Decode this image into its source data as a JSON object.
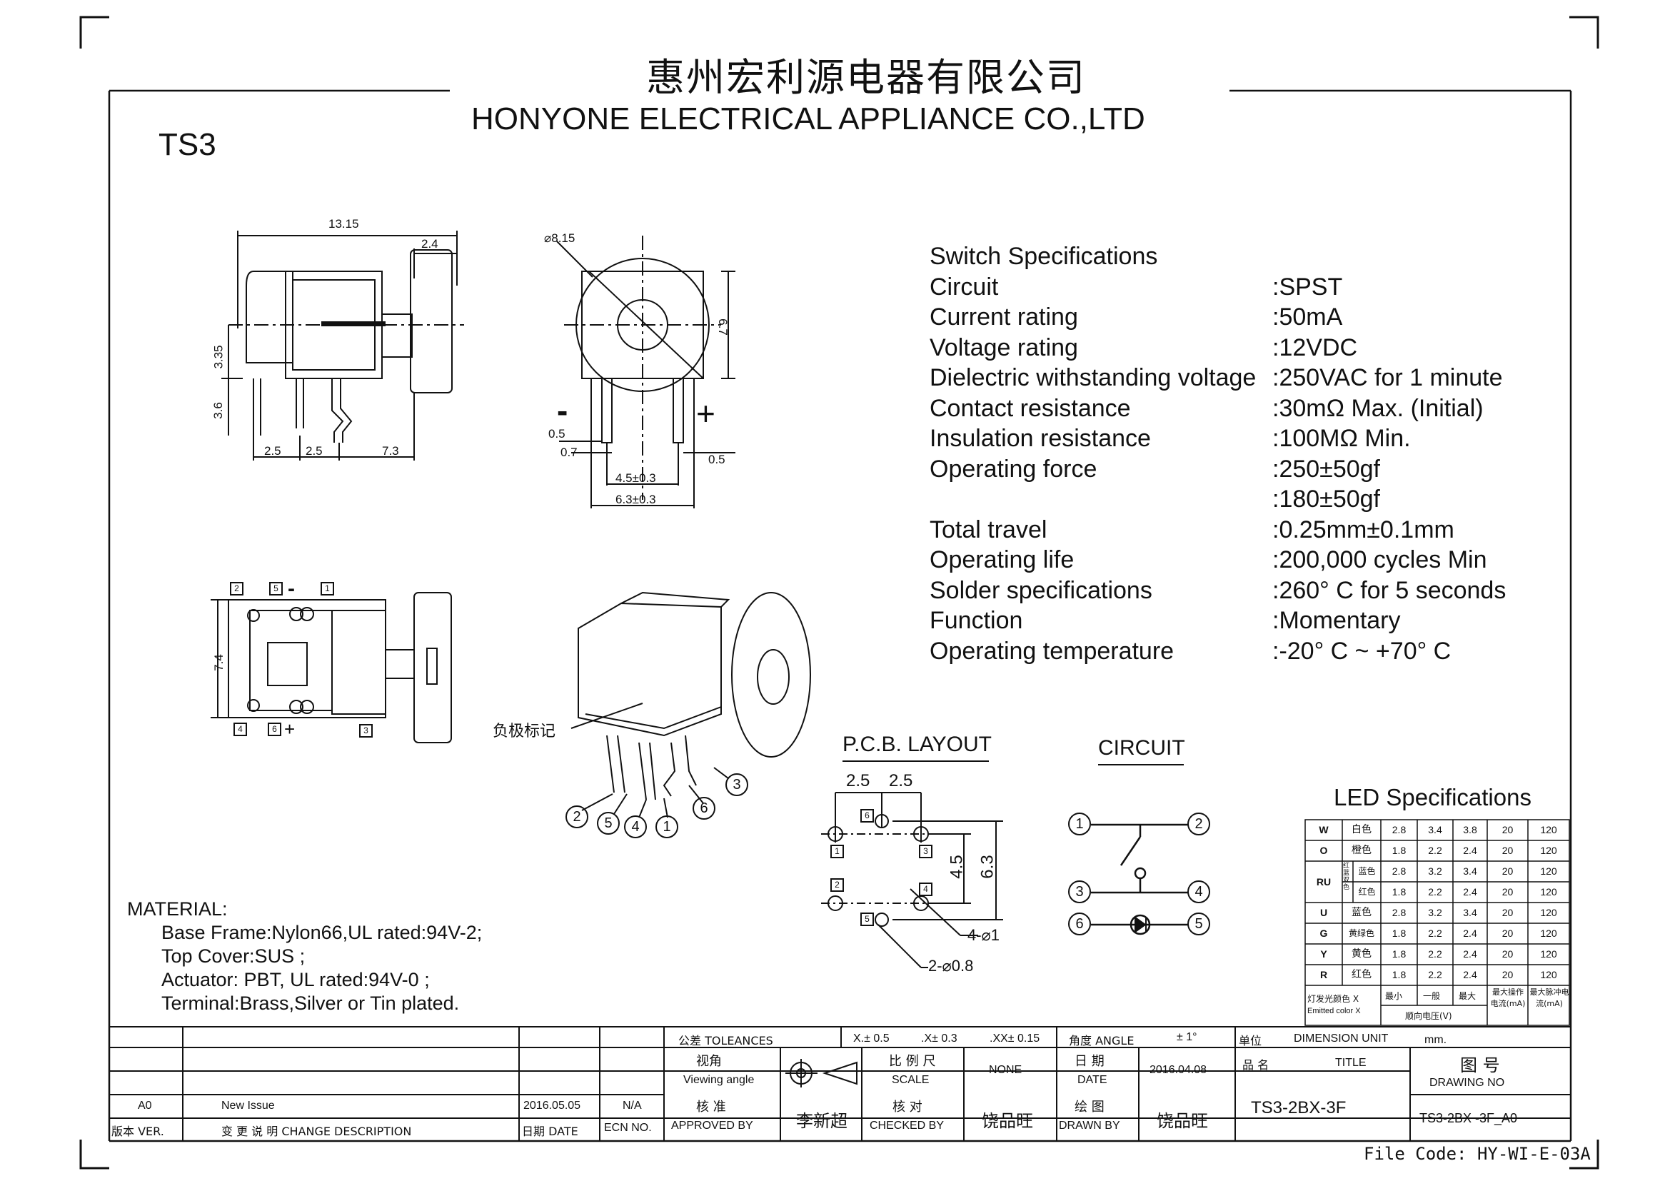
{
  "header": {
    "company_cn": "惠州宏利源电器有限公司",
    "company_en": "HONYONE ELECTRICAL APPLIANCE  CO.,LTD",
    "model": "TS3"
  },
  "views": {
    "side": {
      "d_width": "13.15",
      "d_cap": "2.4",
      "d_335": "3.35",
      "d_36": "3.6",
      "d_25a": "2.5",
      "d_25b": "2.5",
      "d_73": "7.3"
    },
    "front": {
      "d_dia": "⌀8.15",
      "d_67": "6.7",
      "d_05a": "0.5",
      "d_07": "0.7",
      "d_05b": "0.5",
      "d_45": "4.5±0.3",
      "d_63": "6.3±0.3",
      "minus": "-",
      "plus": "+"
    },
    "top": {
      "d_74": "7.4",
      "p2": "2",
      "p5": "5",
      "p1": "1",
      "p4": "4",
      "p6": "6",
      "p3": "3",
      "minus": "-",
      "plus": "+"
    },
    "iso": {
      "neg_label": "负极标记",
      "pins": [
        "2",
        "5",
        "4",
        "1",
        "6",
        "3"
      ]
    }
  },
  "specs": {
    "heading": "Switch Specifications",
    "rows": [
      {
        "label": "Circuit",
        "value": ":SPST"
      },
      {
        "label": "Current rating",
        "value": ":50mA"
      },
      {
        "label": "Voltage rating",
        "value": ":12VDC"
      },
      {
        "label": "Dielectric withstanding voltage",
        "value": ":250VAC for 1 minute"
      },
      {
        "label": "Contact resistance",
        "value": ":30mΩ  Max. (Initial)"
      },
      {
        "label": "Insulation resistance",
        "value": ":100MΩ  Min."
      },
      {
        "label": "Operating force",
        "value": ":250±50gf"
      },
      {
        "label": "",
        "value": ":180±50gf"
      },
      {
        "label": "Total travel",
        "value": ":0.25mm±0.1mm"
      },
      {
        "label": "Operating life",
        "value": ":200,000 cycles Min"
      },
      {
        "label": "Solder specifications",
        "value": ":260° C for 5 seconds"
      },
      {
        "label": "Function",
        "value": ":Momentary"
      },
      {
        "label": "Operating temperature",
        "value": ":-20° C ~ +70° C"
      }
    ]
  },
  "pcb": {
    "title": "P.C.B. LAYOUT",
    "d_25a": "2.5",
    "d_25b": "2.5",
    "d_45": "4.5",
    "d_63": "6.3",
    "d_holes4": "4-⌀1",
    "d_holes2": "2-⌀0.8",
    "pins": [
      "6",
      "1",
      "3",
      "2",
      "4",
      "5"
    ]
  },
  "circuit": {
    "title": "CIRCUIT",
    "pins": [
      "1",
      "2",
      "3",
      "4",
      "6",
      "5"
    ]
  },
  "material": {
    "heading": "MATERIAL:",
    "lines": [
      "Base Frame:Nylon66,UL rated:94V-2;",
      "Top Cover:SUS ;",
      "Actuator: PBT, UL rated:94V-0 ;",
      "Terminal:Brass,Silver or Tin plated."
    ]
  },
  "led": {
    "heading": "LED Specifications",
    "rows": [
      [
        "W",
        "白色",
        "2.8",
        "3.4",
        "3.8",
        "20",
        "120"
      ],
      [
        "O",
        "橙色",
        "1.8",
        "2.2",
        "2.4",
        "20",
        "120"
      ],
      [
        "RU",
        "蓝色",
        "2.8",
        "3.2",
        "3.4",
        "20",
        "120"
      ],
      [
        "",
        "红色",
        "1.8",
        "2.2",
        "2.4",
        "20",
        "120"
      ],
      [
        "U",
        "蓝色",
        "2.8",
        "3.2",
        "3.4",
        "20",
        "120"
      ],
      [
        "G",
        "黄绿色",
        "1.8",
        "2.2",
        "2.4",
        "20",
        "120"
      ],
      [
        "Y",
        "黄色",
        "1.8",
        "2.2",
        "2.4",
        "20",
        "120"
      ],
      [
        "R",
        "红色",
        "1.8",
        "2.2",
        "2.4",
        "20",
        "120"
      ]
    ],
    "ru_sub": "红蓝双色",
    "foot_color": "灯发光颜色 X",
    "foot_color_en": "Emitted color X",
    "foot_min": "最小",
    "foot_typ": "一般",
    "foot_max": "最大",
    "foot_vf": "顺向电压(V)",
    "foot_if": "最大操作电流(mA)",
    "foot_ip": "最大脉冲电流(mA)"
  },
  "title_block": {
    "tol_label": "公差 TOLEANCES",
    "tol_x": "X.± 0.5",
    "tol_xx": ".X± 0.3",
    "tol_xxx": ".XX± 0.15",
    "angle_label": "角度 ANGLE",
    "angle_val": "± 1°",
    "unit_label": "单位",
    "unit_en": "DIMENSION UNIT",
    "unit_val": "mm.",
    "view_cn": "视角",
    "view_en": "Viewing angle",
    "scale_cn": "比 例 尺",
    "scale_en": "SCALE",
    "scale_val": "NONE",
    "date_cn": "日 期",
    "date_en": "DATE",
    "date_val": "2016.04.08",
    "name_cn": "品 名",
    "title_en": "TITLE",
    "dwg_cn": "图 号",
    "dwg_en": "DRAWING NO",
    "approve_cn": "核 准",
    "approve_en": "APPROVED BY",
    "approver": "李新超",
    "check_cn": "核 对",
    "check_en": "CHECKED BY",
    "checker": "饶品旺",
    "drawn_cn": "绘 图",
    "drawn_en": "DRAWN BY",
    "drawer": "饶品旺",
    "title_val": "TS3-2BX-3F",
    "dwg_no": "TS3-2BX -3F_A0",
    "rev": "A0",
    "rev_desc": "New Issue",
    "rev_date": "2016.05.05",
    "rev_ecn": "N/A",
    "h_ver": "版本 VER.",
    "h_desc": "变 更 说 明  CHANGE DESCRIPTION",
    "h_date": "日期 DATE",
    "h_ecn": "ECN NO."
  },
  "file_code": "File Code: HY-WI-E-03A"
}
